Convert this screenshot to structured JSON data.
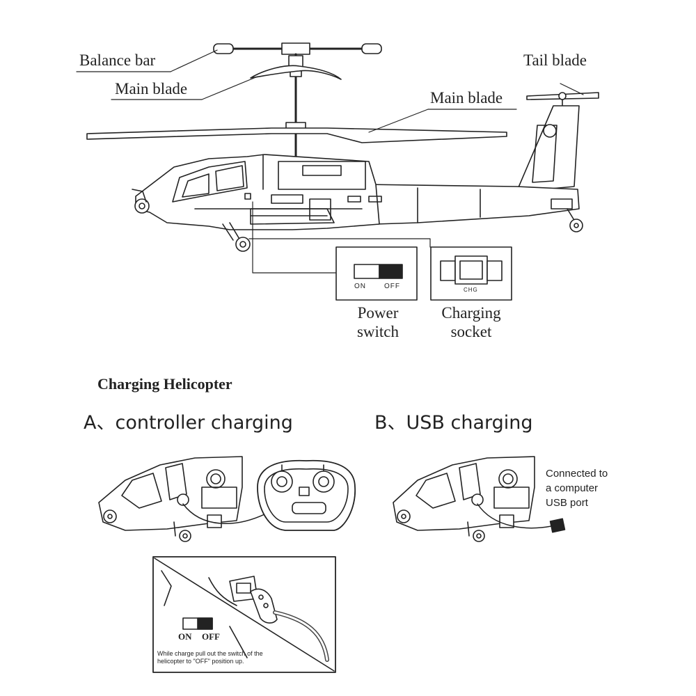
{
  "labels": {
    "balance_bar": "Balance bar",
    "main_blade_upper": "Main blade",
    "main_blade_lower": "Main blade",
    "tail_blade": "Tail blade",
    "power_switch": "Power\nswitch",
    "charging_socket": "Charging\nsocket",
    "switch_on": "ON",
    "switch_off": "OFF",
    "chg": "CHG"
  },
  "charging": {
    "title": "Charging Helicopter",
    "section_a": "A、controller charging",
    "section_b": "B、USB charging",
    "usb_note": "Connected to\na computer\nUSB port",
    "inset_on": "ON",
    "inset_off": "OFF",
    "inset_warning": "While charge pull out the switch of the helicopter to \"OFF\" position up."
  }
}
